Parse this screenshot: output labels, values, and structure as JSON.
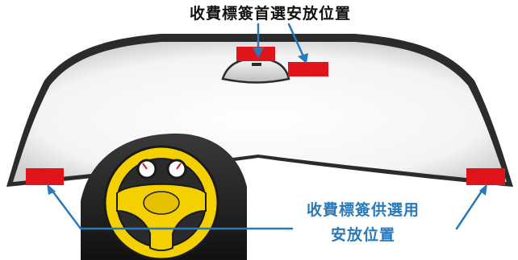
{
  "labels": {
    "primary": "收費標簽首選安放位置",
    "alternative_line1": "收費標簽供選用",
    "alternative_line2": "安放位置"
  },
  "colors": {
    "tag": "#e0141b",
    "arrow": "#2a79b8",
    "wheel": "#f5d000",
    "windshield_edge": "#2b2b2b",
    "dashboard": "#1f1f1f"
  },
  "icons": {
    "mirror": "rear-view-mirror-icon",
    "wheel": "steering-wheel-icon",
    "gauge": "speedometer-gauge-icon",
    "tag": "toll-tag-icon"
  }
}
